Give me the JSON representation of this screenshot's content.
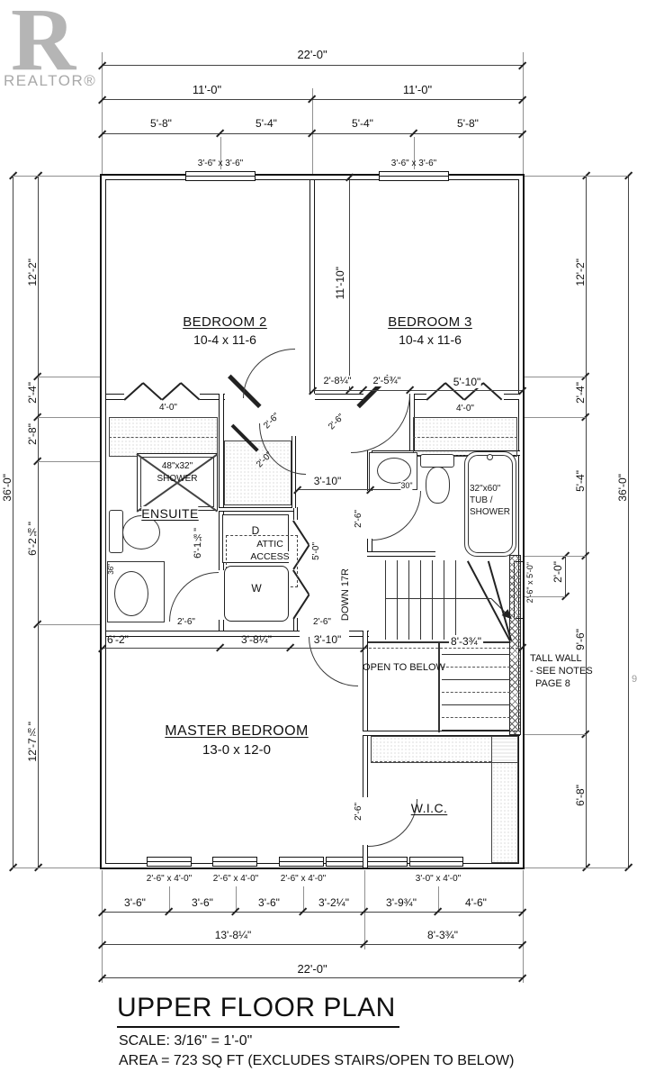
{
  "logo": {
    "letter": "R",
    "wordmark": "REALTOR®"
  },
  "plan": {
    "rooms": {
      "bedroom2": {
        "name": "BEDROOM 2",
        "size": "10-4 x 11-6"
      },
      "bedroom3": {
        "name": "BEDROOM 3",
        "size": "10-4 x 11-6"
      },
      "master_bedroom": {
        "name": "MASTER BEDROOM",
        "size": "13-0 x 12-0"
      },
      "ensuite": {
        "name": "ENSUITE"
      },
      "wic": {
        "name": "W.I.C."
      },
      "open_to_below": {
        "name": "OPEN TO BELOW"
      }
    },
    "fixtures": {
      "ensuite_shower": {
        "line1": "48\"x32\"",
        "line2": "SHOWER"
      },
      "tub_shower": {
        "line1": "32\"x60\"",
        "line2": "TUB /",
        "line3": "SHOWER"
      },
      "ensuite_vanity_width": "36\"",
      "bath_vanity_width": "30\"",
      "dryer": "D",
      "washer": "W",
      "attic_access": {
        "line1": "ATTIC",
        "line2": "ACCESS"
      },
      "stairs": "DOWN 17R"
    },
    "notes": {
      "tall_wall": {
        "line1": "TALL WALL",
        "line2": "- SEE NOTES",
        "line3": "PAGE 8"
      },
      "page_mark": "9"
    }
  },
  "dimensions": {
    "top": {
      "overall": "22'-0\"",
      "left_half": "11'-0\"",
      "right_half": "11'-0\"",
      "seg_1": "5'-8\"",
      "seg_2": "5'-4\"",
      "seg_3": "5'-4\"",
      "seg_4": "5'-8\"",
      "window_left": "3'-6\" x 3'-6\"",
      "window_right": "3'-6\" x 3'-6\""
    },
    "left": {
      "overall": "36'-0\"",
      "seg_1": "12'-2\"",
      "seg_2": "2'-4\"",
      "seg_3": "2'-8\"",
      "seg_4": "6'-2⅛\"",
      "seg_5": "12'-7⅞\""
    },
    "right": {
      "overall": "36'-0\"",
      "seg_1": "12'-2\"",
      "seg_2": "2'-4\"",
      "seg_3": "5'-4\"",
      "seg_4": "9'-6\"",
      "seg_5": "6'-8\"",
      "landing": "2'-0\"",
      "window": "2'-6\" x 5'-0\""
    },
    "interior": {
      "bedroom_wall": "11'-10\"",
      "hall_top_1": "2'-8¼\"",
      "hall_top_2": "2'-5¾\"",
      "bedroom3_wall": "5'-10\"",
      "closet2": "4'-0\"",
      "closet3": "4'-0\"",
      "hall_upper": "3'-10\"",
      "hall_lower": "3'-10\"",
      "ensuite_width": "6'-2\"",
      "ensuite_depth": "6'-1⅛\"",
      "laundry_width": "3'-8¼\"",
      "laundry_depth": "5'-0\"",
      "stair_width": "8'-3¾\"",
      "door_bedroom2": "2'-6\"",
      "door_linen": "2'-0\"",
      "door_bedroom3": "2'-6\"",
      "door_bath": "2'-6\"",
      "door_ensuite": "2'-6\"",
      "door_master": "2'-6\"",
      "door_wic": "2'-6\""
    },
    "bottom": {
      "window_1": "2'-6\" x 4'-0\"",
      "window_2": "2'-6\" x 4'-0\"",
      "window_3": "2'-6\" x 4'-0\"",
      "window_4": "3'-0\" x 4'-0\"",
      "seg_1": "3'-6\"",
      "seg_2": "3'-6\"",
      "seg_3": "3'-6\"",
      "seg_4": "3'-2¼\"",
      "seg_5": "3'-9¾\"",
      "seg_6": "4'-6\"",
      "left_half": "13'-8¼\"",
      "right_half": "8'-3¾\"",
      "overall": "22'-0\""
    }
  },
  "title_block": {
    "title": "UPPER FLOOR PLAN",
    "scale": "SCALE: 3/16\" = 1'-0\"",
    "area": "AREA = 723 SQ FT (EXCLUDES STAIRS/OPEN TO BELOW)"
  }
}
